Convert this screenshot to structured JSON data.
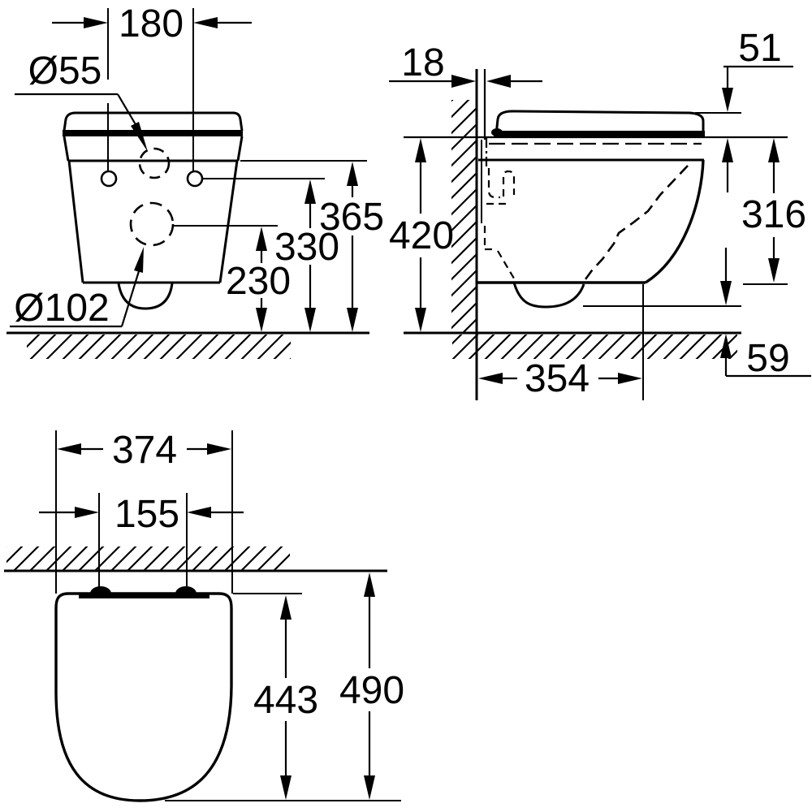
{
  "drawing_type": "wall-hung toilet dimensional drawing, three orthographic views",
  "labels": {
    "front": {
      "fixing_width": "180",
      "flush_dia": "Ø55",
      "seat_height": "365",
      "fixing_height": "330",
      "outlet_height": "230",
      "outlet_dia": "Ø102"
    },
    "side": {
      "wall_offset": "18",
      "seat_thickness": "51",
      "total_height": "420",
      "body_height": "316",
      "body_depth": "354",
      "floor_clearance": "59"
    },
    "plan": {
      "body_width": "374",
      "fixing_span": "155",
      "seat_depth": "443",
      "total_depth": "490"
    }
  },
  "colors": {
    "line": "#000000",
    "background": "#ffffff"
  }
}
